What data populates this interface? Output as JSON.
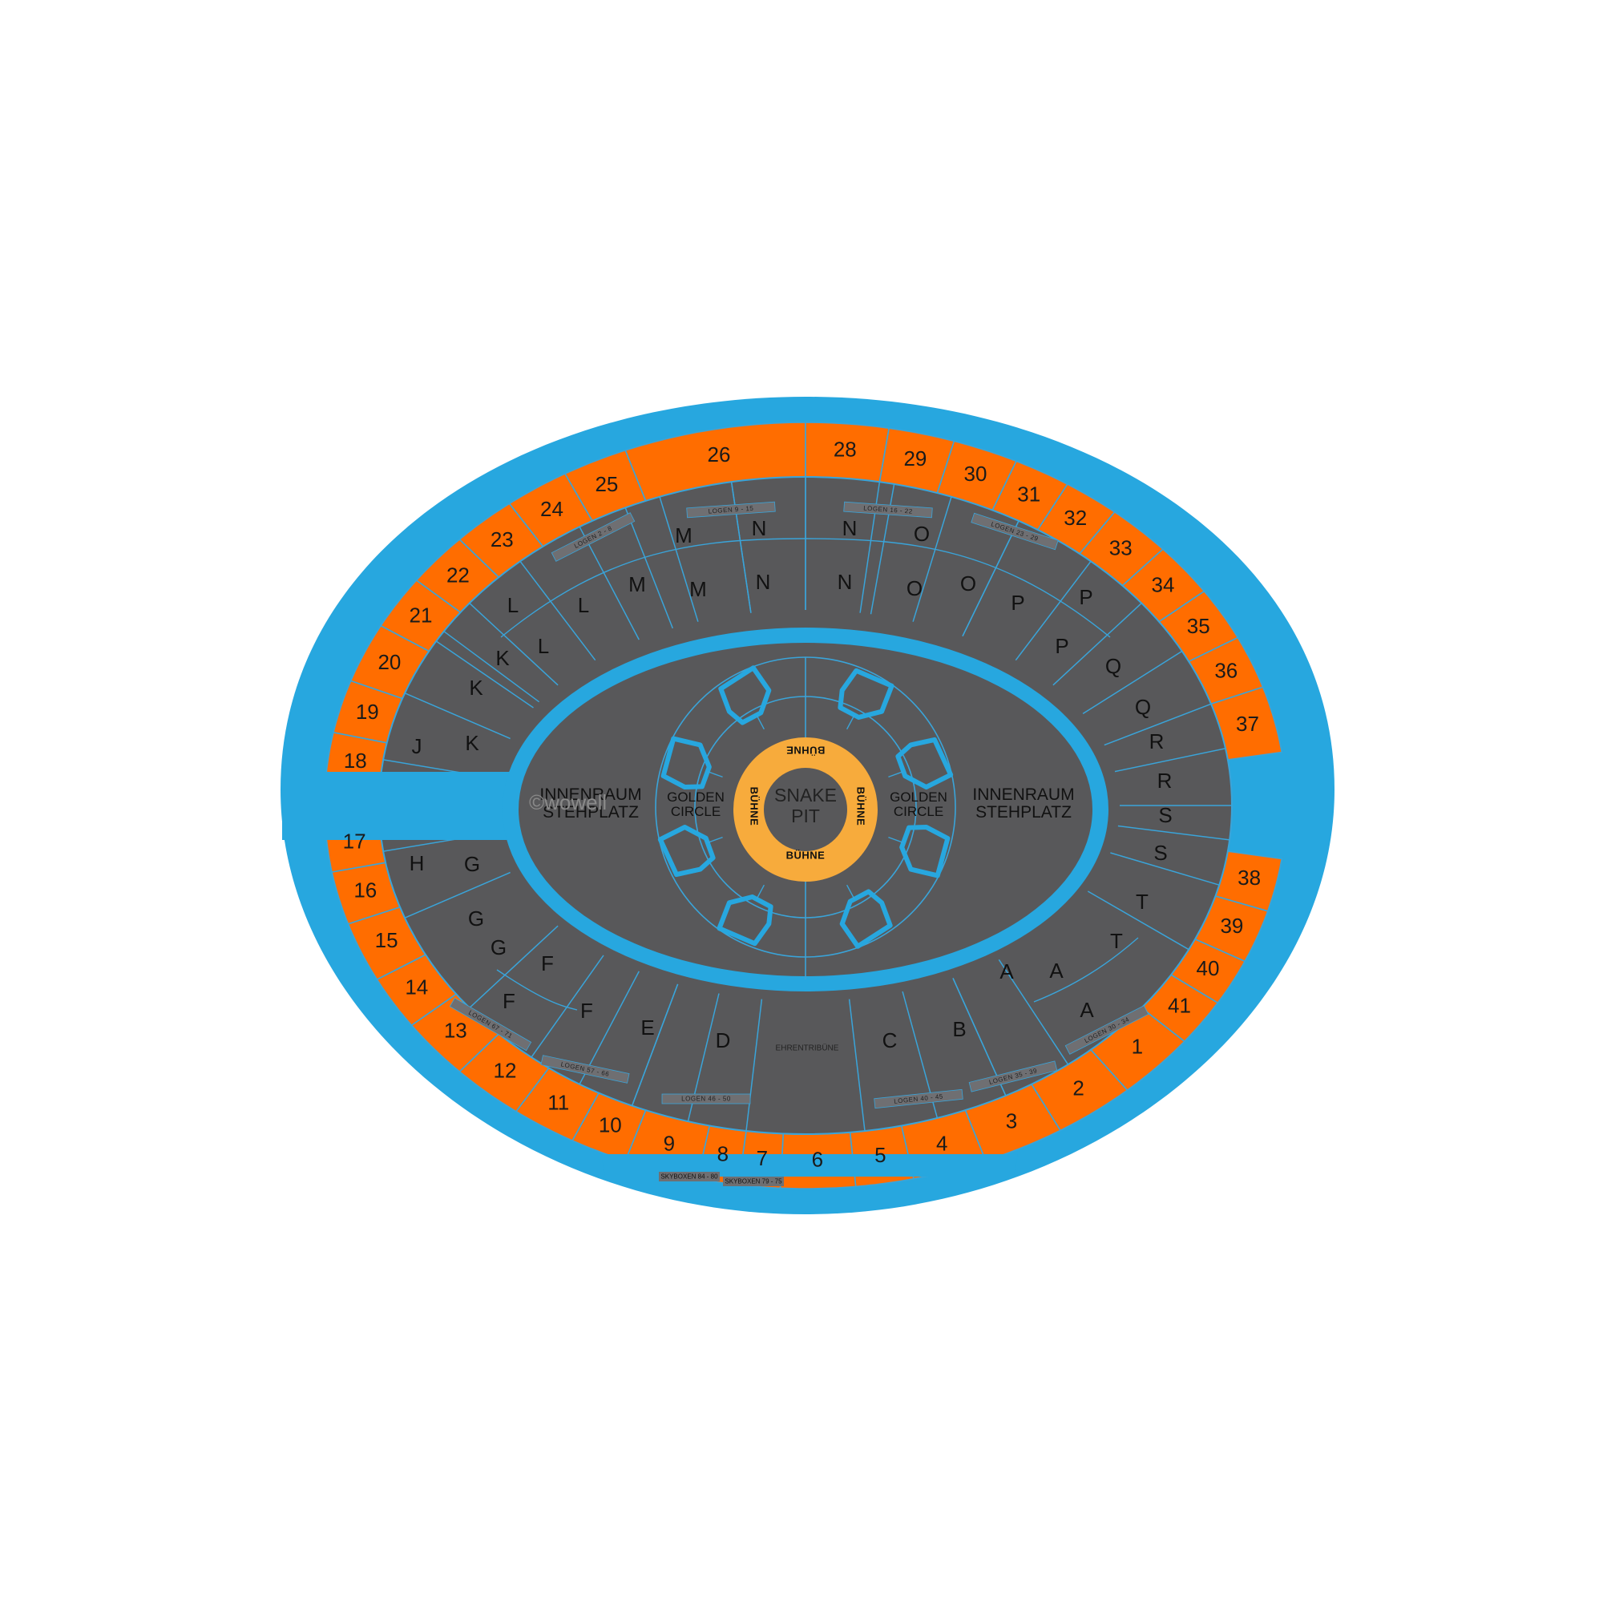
{
  "colors": {
    "outer_ring": "#27a7df",
    "upper_tier": "#ff6d00",
    "lower_tier": "#58585a",
    "divider": "#3aa4d9",
    "stage": "#f7ab3c",
    "field": "#58585a"
  },
  "upper_sections": [
    "1",
    "2",
    "3",
    "4",
    "5",
    "6",
    "7",
    "8",
    "9",
    "10",
    "11",
    "12",
    "13",
    "14",
    "15",
    "16",
    "17",
    "18",
    "19",
    "20",
    "21",
    "22",
    "23",
    "24",
    "25",
    "26",
    "28",
    "29",
    "30",
    "31",
    "32",
    "33",
    "34",
    "35",
    "36",
    "37",
    "38",
    "39",
    "40",
    "41"
  ],
  "lower_sections": [
    {
      "id": "A1",
      "label": "A"
    },
    {
      "id": "A2",
      "label": "A"
    },
    {
      "id": "A3",
      "label": "A"
    },
    {
      "id": "B",
      "label": "B"
    },
    {
      "id": "C",
      "label": "C"
    },
    {
      "id": "D",
      "label": "D"
    },
    {
      "id": "E",
      "label": "E"
    },
    {
      "id": "F1",
      "label": "F"
    },
    {
      "id": "F2",
      "label": "F"
    },
    {
      "id": "F3",
      "label": "F"
    },
    {
      "id": "G1",
      "label": "G"
    },
    {
      "id": "G2",
      "label": "G"
    },
    {
      "id": "G3",
      "label": "G"
    },
    {
      "id": "H",
      "label": "H"
    },
    {
      "id": "J",
      "label": "J"
    },
    {
      "id": "K1",
      "label": "K"
    },
    {
      "id": "K2",
      "label": "K"
    },
    {
      "id": "K3",
      "label": "K"
    },
    {
      "id": "L1",
      "label": "L"
    },
    {
      "id": "L2",
      "label": "L"
    },
    {
      "id": "L3",
      "label": "L"
    },
    {
      "id": "M1",
      "label": "M"
    },
    {
      "id": "M2",
      "label": "M"
    },
    {
      "id": "M3",
      "label": "M"
    },
    {
      "id": "N1",
      "label": "N"
    },
    {
      "id": "N2",
      "label": "N"
    },
    {
      "id": "N3",
      "label": "N"
    },
    {
      "id": "N4",
      "label": "N"
    },
    {
      "id": "O1",
      "label": "O"
    },
    {
      "id": "O2",
      "label": "O"
    },
    {
      "id": "O3",
      "label": "O"
    },
    {
      "id": "P1",
      "label": "P"
    },
    {
      "id": "P2",
      "label": "P"
    },
    {
      "id": "P3",
      "label": "P"
    },
    {
      "id": "Q1",
      "label": "Q"
    },
    {
      "id": "Q2",
      "label": "Q"
    },
    {
      "id": "R1",
      "label": "R"
    },
    {
      "id": "R2",
      "label": "R"
    },
    {
      "id": "S1",
      "label": "S"
    },
    {
      "id": "S2",
      "label": "S"
    },
    {
      "id": "T1",
      "label": "T"
    },
    {
      "id": "T2",
      "label": "T"
    }
  ],
  "loges": [
    {
      "id": "logen-2-8",
      "label": "LOGEN 2 - 8"
    },
    {
      "id": "logen-9-15",
      "label": "LOGEN 9 - 15"
    },
    {
      "id": "logen-16-22",
      "label": "LOGEN 16 - 22"
    },
    {
      "id": "logen-23-29",
      "label": "LOGEN 23 - 29"
    },
    {
      "id": "logen-30-34",
      "label": "LOGEN 30 - 34"
    },
    {
      "id": "logen-35-39",
      "label": "LOGEN 35 - 39"
    },
    {
      "id": "logen-40-45",
      "label": "LOGEN 40 - 45"
    },
    {
      "id": "logen-46-50",
      "label": "LOGEN 46 - 50"
    },
    {
      "id": "logen-57-66",
      "label": "LOGEN 57 - 66"
    },
    {
      "id": "logen-67-71",
      "label": "LOGEN 67 - 71"
    }
  ],
  "skyboxes": [
    {
      "id": "skyboxen-84-80",
      "label": "SKYBOXEN 84 - 80"
    },
    {
      "id": "skyboxen-79-75",
      "label": "SKYBOXEN 79 - 75"
    }
  ],
  "field": {
    "innenraum_left": [
      "INNENRAUM",
      "STEHPLATZ"
    ],
    "innenraum_right": [
      "INNENRAUM",
      "STEHPLATZ"
    ],
    "golden_circle_left": [
      "GOLDEN",
      "CIRCLE"
    ],
    "golden_circle_right": [
      "GOLDEN",
      "CIRCLE"
    ],
    "snake_pit": [
      "SNAKE",
      "PIT"
    ],
    "stage_label": "BÜHNE",
    "ehrentribune": "EHRENTRIBÜNE",
    "watermark": "©wowell"
  }
}
